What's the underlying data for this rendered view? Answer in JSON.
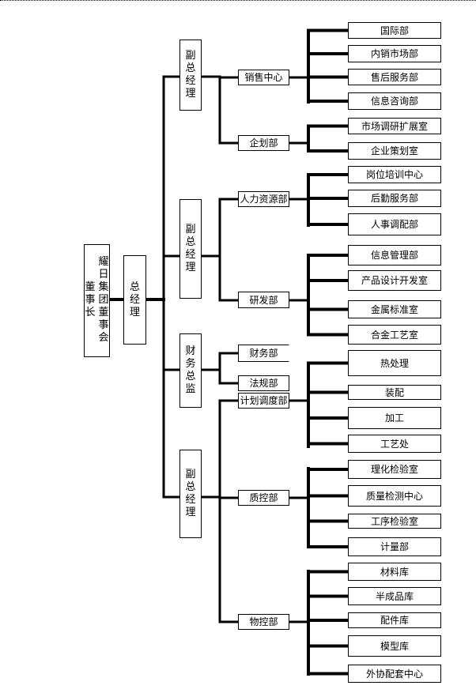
{
  "title": "耀日集团组织结构图",
  "chairman": {
    "col1": "耀日集团董事会",
    "col2": "董事长"
  },
  "general_manager": "总经理",
  "branches": [
    {
      "head": "副总经理",
      "departments": [
        {
          "name": "销售中心",
          "units": [
            "国际部",
            "内销市场部",
            "售后服务部",
            "信息咨询部"
          ]
        },
        {
          "name": "企划部",
          "units": [
            "市场调研扩展室",
            "企业策划室"
          ]
        }
      ]
    },
    {
      "head": "副总经理",
      "departments": [
        {
          "name": "人力资源部",
          "units": [
            "岗位培训中心",
            "后勤服务部",
            "人事调配部"
          ]
        },
        {
          "name": "研发部",
          "units": [
            "信息管理部",
            "产品设计开发室",
            "金属标准室",
            "合金工艺室"
          ]
        }
      ]
    },
    {
      "head": "财务总监",
      "departments": [
        {
          "name": "财务部",
          "units": []
        },
        {
          "name": "法规部",
          "units": []
        }
      ]
    },
    {
      "head": "副总经理",
      "departments": [
        {
          "name": "计划调度部",
          "units": [
            "热处理",
            "装配",
            "加工",
            "工艺处"
          ]
        },
        {
          "name": "质控部",
          "units": [
            "理化检验室",
            "质量检测中心",
            "工序检验室",
            "计量部"
          ]
        },
        {
          "name": "物控部",
          "units": [
            "材料库",
            "半成品库",
            "配件库",
            "模型库",
            "外协配套中心"
          ]
        }
      ]
    }
  ]
}
